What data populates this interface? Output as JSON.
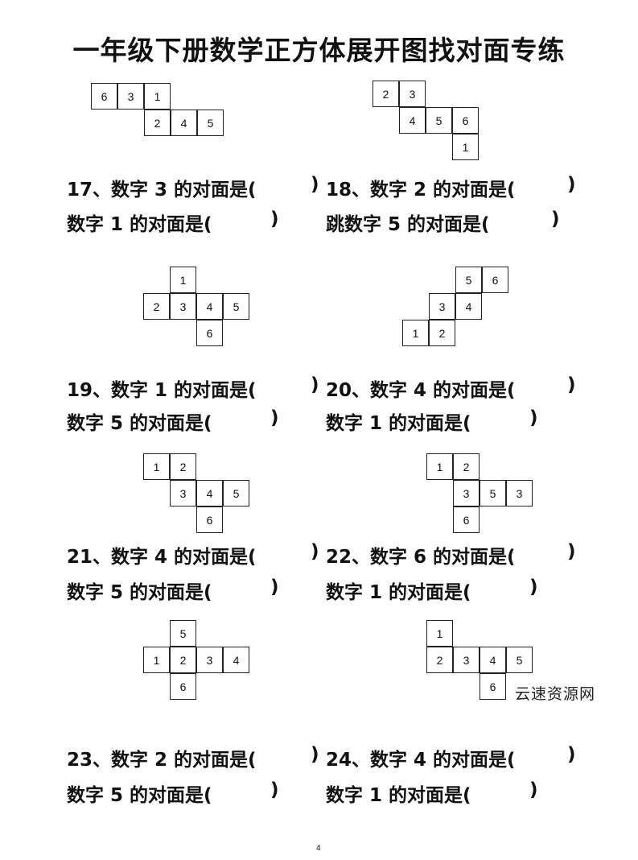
{
  "title": "一年级下册数学正方体展开图找对面专练",
  "page_number": "4",
  "watermark": "云速资源网",
  "nets": [
    {
      "cells": [
        [
          "6",
          "3",
          "1",
          "",
          ""
        ],
        [
          "",
          "",
          "2",
          "4",
          "5"
        ]
      ]
    },
    {
      "cells": [
        [
          "2",
          "3",
          "",
          ""
        ],
        [
          "",
          "4",
          "5",
          "6"
        ],
        [
          "",
          "",
          "",
          "1"
        ]
      ]
    },
    {
      "cells": [
        [
          "",
          "1",
          "",
          ""
        ],
        [
          "2",
          "3",
          "4",
          "5"
        ],
        [
          "",
          "",
          "6",
          ""
        ]
      ]
    },
    {
      "cells": [
        [
          "",
          "",
          "5",
          "6"
        ],
        [
          "",
          "3",
          "4",
          ""
        ],
        [
          "1",
          "2",
          "",
          ""
        ]
      ]
    },
    {
      "cells": [
        [
          "1",
          "2",
          "",
          ""
        ],
        [
          "",
          "3",
          "4",
          "5"
        ],
        [
          "",
          "",
          "6",
          ""
        ]
      ]
    },
    {
      "cells": [
        [
          "1",
          "2",
          "",
          ""
        ],
        [
          "",
          "3",
          "5",
          "3"
        ],
        [
          "",
          "6",
          "",
          ""
        ]
      ]
    },
    {
      "cells": [
        [
          "",
          "5",
          "",
          ""
        ],
        [
          "1",
          "2",
          "3",
          "4"
        ],
        [
          "",
          "6",
          "",
          ""
        ]
      ]
    },
    {
      "cells": [
        [
          "1",
          "",
          "",
          ""
        ],
        [
          "2",
          "3",
          "4",
          "5"
        ],
        [
          "",
          "",
          "6",
          ""
        ]
      ]
    }
  ],
  "questions": [
    {
      "text": "17、数字 3 的对面是(",
      "close": ")"
    },
    {
      "text": "数字 1 的对面是(",
      "close": ")"
    },
    {
      "text": "18、数字 2 的对面是(",
      "close": ")"
    },
    {
      "text": "跳数字 5 的对面是(",
      "close": ")"
    },
    {
      "text": "19、数字 1 的对面是(",
      "close": ")"
    },
    {
      "text": "数字 5 的对面是(",
      "close": ")"
    },
    {
      "text": "20、数字 4 的对面是(",
      "close": ")"
    },
    {
      "text": "数字 1 的对面是(",
      "close": ")"
    },
    {
      "text": "21、数字 4 的对面是(",
      "close": ")"
    },
    {
      "text": "数字 5 的对面是(",
      "close": ")"
    },
    {
      "text": "22、数字 6 的对面是(",
      "close": ")"
    },
    {
      "text": "数字 1 的对面是(",
      "close": ")"
    },
    {
      "text": "23、数字 2 的对面是(",
      "close": ")"
    },
    {
      "text": "数字 5 的对面是(",
      "close": ")"
    },
    {
      "text": "24、数字 4 的对面是(",
      "close": ")"
    },
    {
      "text": "数字 1 的对面是(",
      "close": ")"
    }
  ]
}
